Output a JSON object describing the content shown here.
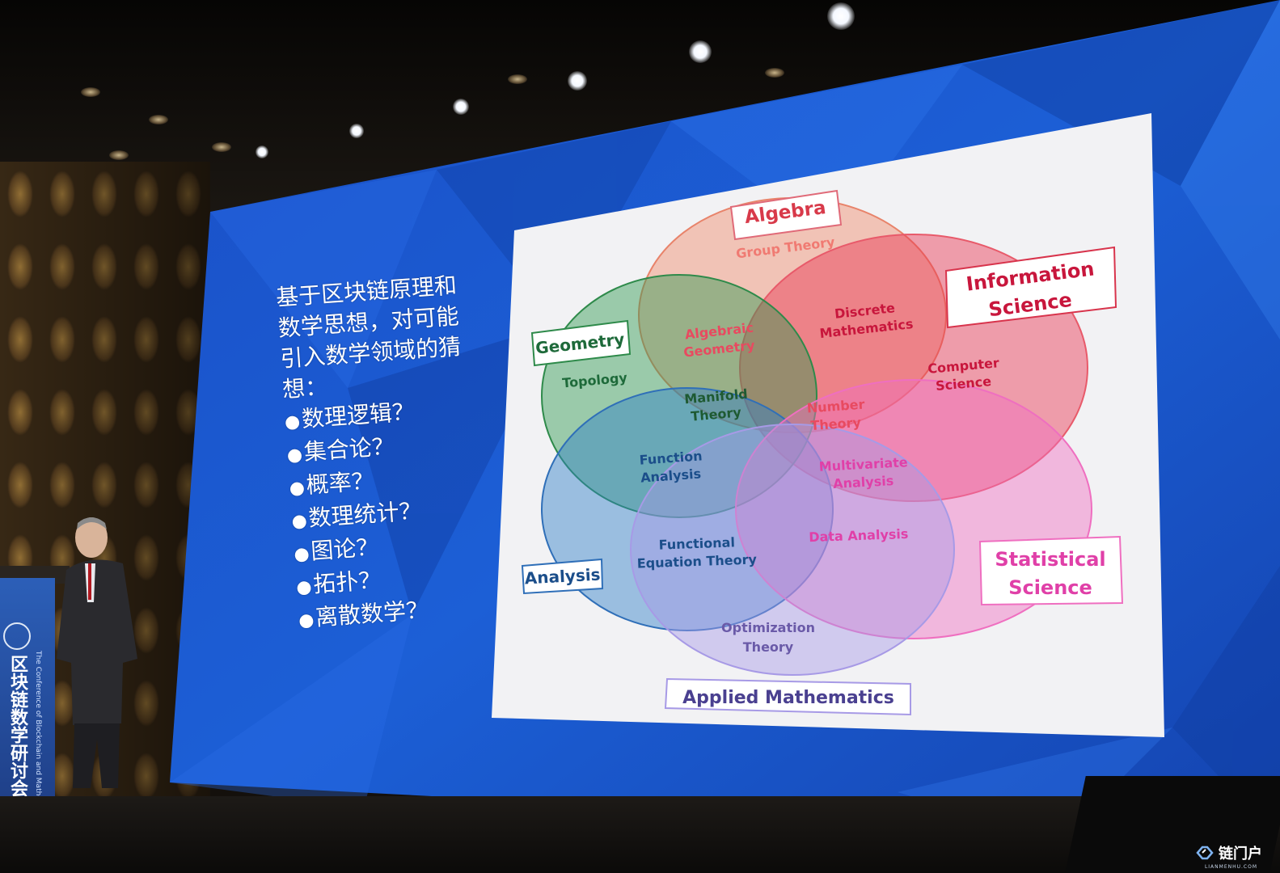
{
  "slide": {
    "intro": "基于区块链原理和数学思想，对可能引入数学领域的猜想：",
    "bullet_glyph": "●",
    "bullets": [
      "数理逻辑？",
      "集合论？",
      "概率？",
      "数理统计？",
      "图论？",
      "拓扑？",
      "离散数学？"
    ]
  },
  "diagram": {
    "fields": {
      "algebra": "Algebra",
      "information_science": "Information Science",
      "geometry": "Geometry",
      "analysis": "Analysis",
      "statistical_science": "Statistical Science",
      "applied_mathematics": "Applied Mathematics"
    },
    "topics": {
      "group_theory": "Group Theory",
      "discrete_mathematics": "Discrete Mathematics",
      "algebraic_geometry": "Algebraic Geometry",
      "computer_science": "Computer Science",
      "topology": "Topology",
      "manifold_theory": "Manifold Theory",
      "number_theory": "Number Theory",
      "function_analysis": "Function Analysis",
      "multivariate_analysis": "Multivariate Analysis",
      "data_analysis": "Data Analysis",
      "functional_equation_theory": "Functional Equation Theory",
      "optimization_theory": "Optimization Theory"
    },
    "colors": {
      "algebra": "#f08a6a",
      "information_science": "#e8334f",
      "geometry": "#2e9a50",
      "analysis": "#2f7fc8",
      "statistical_science": "#ef6fc0",
      "applied_mathematics": "#a79ae6",
      "algebra_text": "#d83a4a",
      "info_text": "#c8163c",
      "geometry_text": "#1e6a3a",
      "analysis_text": "#1b4e8a",
      "stat_text": "#e040a8",
      "applied_text": "#4a4090"
    }
  },
  "podium": {
    "title": "区块链数学研讨会",
    "subtitle": "The Conference of Blockchain and Mathematics"
  },
  "watermark": {
    "brand": "链门户",
    "url": "LIANMENHU.COM"
  }
}
